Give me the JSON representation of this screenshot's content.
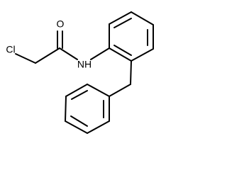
{
  "molecule": {
    "atoms": {
      "chlorine": "Cl",
      "oxygen": "O",
      "nitrogen": "NH"
    }
  }
}
